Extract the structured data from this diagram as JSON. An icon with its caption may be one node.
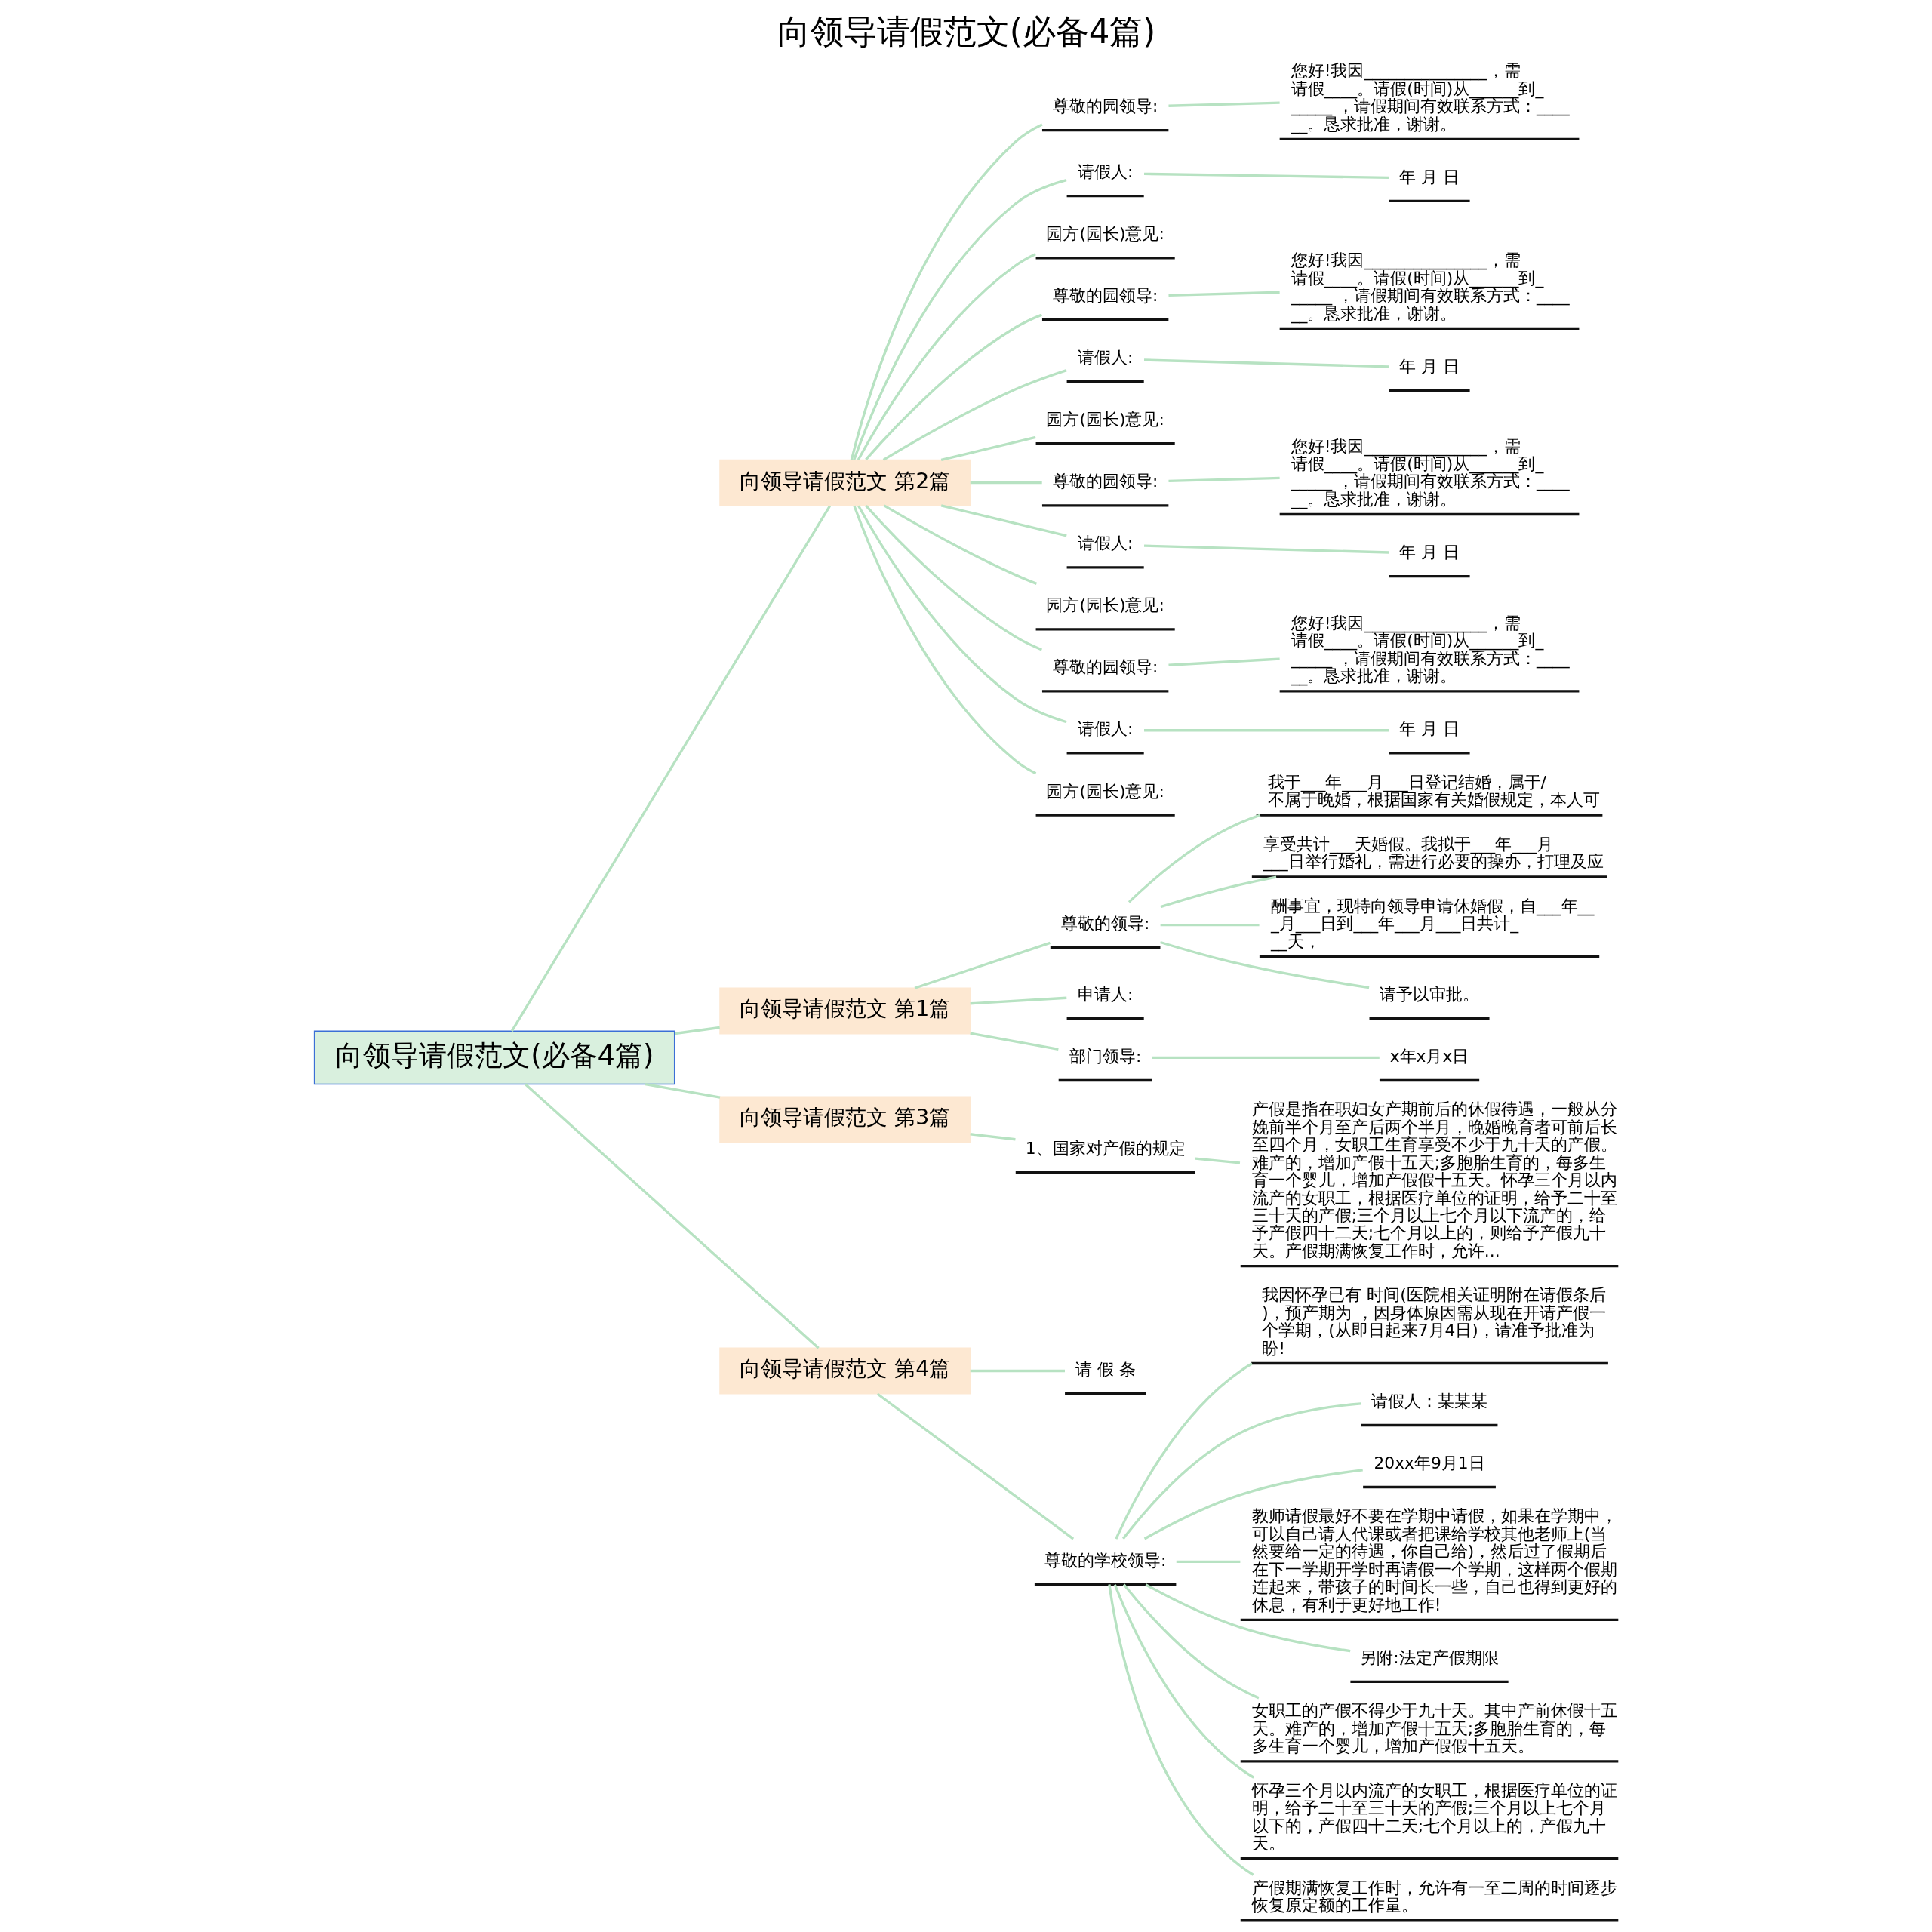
{
  "diagram": {
    "title": "向领导请假范文(必备4篇)",
    "nodes": [
      {
        "text": [
          "向领导请假范文(必备4篇)"
        ]
      },
      {
        "text": [
          "向领导请假范文 第2篇"
        ]
      },
      {
        "text": [
          "尊敬的园领导:"
        ]
      },
      {
        "text": [
          "您好!我因_______________，需请假____。请假(时间)从______到______ ，请假期间有效联系方式：______。恳求批准，谢谢。"
        ]
      },
      {
        "text": [
          "请假人:"
        ]
      },
      {
        "text": [
          "年 月 日"
        ]
      },
      {
        "text": [
          "园方(园长)意见:"
        ]
      },
      {
        "text": [
          "尊敬的园领导:"
        ]
      },
      {
        "text": [
          "您好!我因_______________，需请假____。请假(时间)从______到______ ，请假期间有效联系方式：______。恳求批准，谢谢。"
        ]
      },
      {
        "text": [
          "请假人:"
        ]
      },
      {
        "text": [
          "年 月 日"
        ]
      },
      {
        "text": [
          "园方(园长)意见:"
        ]
      },
      {
        "text": [
          "尊敬的园领导:"
        ]
      },
      {
        "text": [
          "您好!我因_______________，需请假____。请假(时间)从______到______ ，请假期间有效联系方式：______。恳求批准，谢谢。"
        ]
      },
      {
        "text": [
          "请假人:"
        ]
      },
      {
        "text": [
          "年 月 日"
        ]
      },
      {
        "text": [
          "园方(园长)意见:"
        ]
      },
      {
        "text": [
          "尊敬的园领导:"
        ]
      },
      {
        "text": [
          "您好!我因_______________，需请假____。请假(时间)从______到______ ，请假期间有效联系方式：______。恳求批准，谢谢。"
        ]
      },
      {
        "text": [
          "请假人:"
        ]
      },
      {
        "text": [
          "年 月 日"
        ]
      },
      {
        "text": [
          "园方(园长)意见:"
        ]
      },
      {
        "text": [
          "向领导请假范文 第1篇"
        ]
      },
      {
        "text": [
          "尊敬的领导:"
        ]
      },
      {
        "text": [
          "我于___年___月___日登记结婚，属于/不属于晚婚，根据国家有关婚假规定，本人可"
        ]
      },
      {
        "text": [
          "享受共计___天婚假。我拟于___年___月___日举行婚礼，需进行必要的操办，打理及应"
        ]
      },
      {
        "text": [
          "酬事宜，现特向领导申请休婚假，自___年___月___日到___年___月___日共计___天，"
        ]
      },
      {
        "text": [
          "请予以审批。"
        ]
      },
      {
        "text": [
          "申请人:"
        ]
      },
      {
        "text": [
          "部门领导:"
        ]
      },
      {
        "text": [
          "x年x月x日"
        ]
      },
      {
        "text": [
          "向领导请假范文 第3篇"
        ]
      },
      {
        "text": [
          "1、国家对产假的规定"
        ]
      },
      {
        "text": [
          "产假是指在职妇女产期前后的休假待遇，一般从分娩前半个月至产后两个半月，晚婚晚育者可前后长至四个月，女职工生育享受不少于九十天的产假。难产的，增加产假十五天;多胞胎生育的，每多生育一个婴儿，增加产假假十五天。怀孕三个月以内流产的女职工，根据医疗单位的证明，给予二十至三十天的产假;三个月以上七个月以下流产的，给予产假四十二天;七个月以上的，则给予产假九十天。产假期满恢复工作时，允许..."
        ]
      },
      {
        "text": [
          "向领导请假范文 第4篇"
        ]
      },
      {
        "text": [
          "请 假 条"
        ]
      },
      {
        "text": [
          "尊敬的学校领导:"
        ]
      },
      {
        "text": [
          "我因怀孕已有 时间(医院相关证明附在请假条后)，预产期为 ，因身体原因需从现在开请产假一个学期，(从即日起来7月4日)，请准予批准为盼!"
        ]
      },
      {
        "text": [
          "请假人：某某某"
        ]
      },
      {
        "text": [
          "20xx年9月1日"
        ]
      },
      {
        "text": [
          "教师请假最好不要在学期中请假，如果在学期中，可以自己请人代课或者把课给学校其他老师上(当然要给一定的待遇，你自己给)，然后过了假期后在下一学期开学时再请假一个学期，这样两个假期连起来，带孩子的时间长一些，自己也得到更好的休息，有利于更好地工作!"
        ]
      },
      {
        "text": [
          "另附:法定产假期限"
        ]
      },
      {
        "text": [
          "女职工的产假不得少于九十天。其中产前休假十五天。难产的，增加产假十五天;多胞胎生育的，每多生育一个婴儿，增加产假假十五天。"
        ]
      },
      {
        "text": [
          "怀孕三个月以内流产的女职工，根据医疗单位的证明，给予二十至三十天的产假;三个月以上七个月以下的，产假四十二天;七个月以上的，产假九十天。"
        ]
      },
      {
        "text": [
          "产假期满恢复工作时，允许有一至二周的时间逐步恢复原定额的工作量。"
        ]
      }
    ],
    "edges": [
      {
        "from": 0,
        "to": 1,
        "arrow": "none"
      },
      {
        "from": 1,
        "to": 2,
        "arrow": "none"
      },
      {
        "from": 2,
        "to": 3,
        "arrow": "none"
      },
      {
        "from": 1,
        "to": 4,
        "arrow": "none"
      },
      {
        "from": 4,
        "to": 5,
        "arrow": "none"
      },
      {
        "from": 1,
        "to": 6,
        "arrow": "none"
      },
      {
        "from": 1,
        "to": 7,
        "arrow": "none"
      },
      {
        "from": 7,
        "to": 8,
        "arrow": "none"
      },
      {
        "from": 1,
        "to": 9,
        "arrow": "none"
      },
      {
        "from": 9,
        "to": 10,
        "arrow": "none"
      },
      {
        "from": 1,
        "to": 11,
        "arrow": "none"
      },
      {
        "from": 1,
        "to": 12,
        "arrow": "none"
      },
      {
        "from": 12,
        "to": 13,
        "arrow": "none"
      },
      {
        "from": 1,
        "to": 14,
        "arrow": "none"
      },
      {
        "from": 14,
        "to": 15,
        "arrow": "none"
      },
      {
        "from": 1,
        "to": 16,
        "arrow": "none"
      },
      {
        "from": 1,
        "to": 17,
        "arrow": "none"
      },
      {
        "from": 17,
        "to": 18,
        "arrow": "none"
      },
      {
        "from": 1,
        "to": 19,
        "arrow": "none"
      },
      {
        "from": 19,
        "to": 20,
        "arrow": "none"
      },
      {
        "from": 1,
        "to": 21,
        "arrow": "none"
      },
      {
        "from": 0,
        "to": 22,
        "arrow": "none"
      },
      {
        "from": 22,
        "to": 23,
        "arrow": "none"
      },
      {
        "from": 23,
        "to": 24,
        "arrow": "none"
      },
      {
        "from": 23,
        "to": 25,
        "arrow": "none"
      },
      {
        "from": 23,
        "to": 26,
        "arrow": "none"
      },
      {
        "from": 23,
        "to": 27,
        "arrow": "none"
      },
      {
        "from": 22,
        "to": 28,
        "arrow": "none"
      },
      {
        "from": 22,
        "to": 29,
        "arrow": "none"
      },
      {
        "from": 29,
        "to": 30,
        "arrow": "none"
      },
      {
        "from": 0,
        "to": 31,
        "arrow": "none"
      },
      {
        "from": 31,
        "to": 32,
        "arrow": "none"
      },
      {
        "from": 32,
        "to": 33,
        "arrow": "none"
      },
      {
        "from": 0,
        "to": 34,
        "arrow": "none"
      },
      {
        "from": 34,
        "to": 35,
        "arrow": "none"
      },
      {
        "from": 34,
        "to": 36,
        "arrow": "none"
      },
      {
        "from": 36,
        "to": 37,
        "arrow": "none"
      },
      {
        "from": 36,
        "to": 38,
        "arrow": "none"
      },
      {
        "from": 36,
        "to": 39,
        "arrow": "none"
      },
      {
        "from": 36,
        "to": 40,
        "arrow": "none"
      },
      {
        "from": 36,
        "to": 41,
        "arrow": "none"
      },
      {
        "from": 36,
        "to": 42,
        "arrow": "none"
      },
      {
        "from": 36,
        "to": 43,
        "arrow": "none"
      },
      {
        "from": 36,
        "to": 44,
        "arrow": "none"
      }
    ]
  }
}
